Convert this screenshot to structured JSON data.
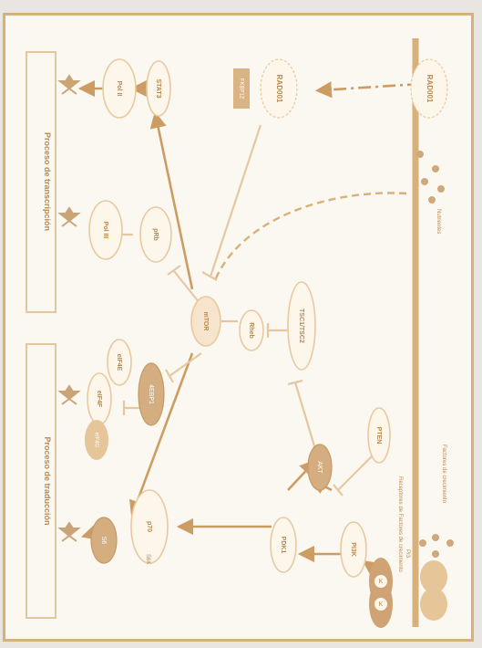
{
  "nodes": {
    "rad_top": "RAD001",
    "rad_mid": "RAD001",
    "fkbp": "FKBP12",
    "stat3": "STAT3",
    "pol2": "Pol II",
    "prb": "pRb",
    "pol3": "Pol III",
    "mtor": "mTOR",
    "rheb": "Rheb",
    "tsc": "TSC1/TSC2",
    "pten": "PTEN",
    "akt": "AKT",
    "pdk1": "PDK1",
    "pi3k": "PI3K",
    "ebp1": "4EBP1",
    "eif4e": "eIF4E",
    "eif4f": "eIF4F",
    "eif4g": "eIF4G",
    "p70": "p70",
    "s6": "S6",
    "nutrients": "Nutrientes",
    "growth_factors": "Factores de crecimiento",
    "receptors": "Receptores de Factores de crecimiento",
    "pi3_small": "PI3",
    "s6k_label": "S6K",
    "k1": "K",
    "k2": "K"
  },
  "boxes": {
    "transcription": "Proceso de transcripción",
    "translation": "Proceso de traducción"
  }
}
